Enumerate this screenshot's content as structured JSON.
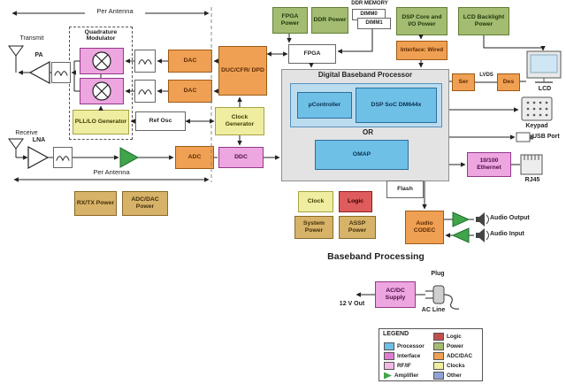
{
  "diagram": {
    "labels": {
      "per_antenna_top": "Per Antenna",
      "per_antenna_bottom": "Per Antenna",
      "transmit": "Transmit",
      "receive": "Receive",
      "pa": "PA",
      "lna": "LNA",
      "quadrature_modulator": "Quadrature Modulator",
      "pll_lo_generator": "PLL/LO Generator",
      "ref_osc": "Ref Osc",
      "clock_generator": "Clock Generator",
      "dac": "DAC",
      "adc": "ADC",
      "duc_cfr_dpd": "DUC/CFR/ DPD",
      "ddc": "DDC",
      "rx_tx_power": "RX/TX Power",
      "adc_dac_power": "ADC/DAC Power",
      "fpga_power": "FPGA Power",
      "ddr_power": "DDR Power",
      "ddr_memory": "DDR MEMORY",
      "dimm0": "DIMM0",
      "dimm1": "DIMM1",
      "dsp_core_io_power": "DSP Core and I/O Power",
      "lcd_backlight_power": "LCD Backlight Power",
      "fpga": "FPGA",
      "interface_wired": "Interface: Wired",
      "digital_baseband_processor": "Digital Baseband Processor",
      "ucontroller": "µController",
      "dsp_soc": "DSP SoC DM644x",
      "or": "OR",
      "omap": "OMAP",
      "ser": "Ser",
      "lvds": "LVDS",
      "des": "Des",
      "lcd": "LCD",
      "keypad": "Keypad",
      "usb_port": "USB Port",
      "ethernet": "10/100 Ethernet",
      "rj45": "RJ45",
      "flash": "Flash",
      "clock": "Clock",
      "logic": "Logic",
      "system_power": "System Power",
      "assp_power": "ASSP Power",
      "audio_codec": "Audio CODEC",
      "audio_output": "Audio Output",
      "audio_input": "Audio Input",
      "baseband_processing": "Baseband Processing",
      "acdc_supply": "AC/DC Supply",
      "plug": "Plug",
      "ac_line": "AC Line",
      "v12_out": "12 V Out"
    },
    "legend": {
      "title": "LEGEND",
      "left": [
        {
          "label": "Processor",
          "color": "#6FC0E7"
        },
        {
          "label": "Interface",
          "color": "#E07CD3"
        },
        {
          "label": "RF/IF",
          "color": "#F2B8E6"
        },
        {
          "label": "Amplifier",
          "color": "#3FA54A"
        }
      ],
      "right": [
        {
          "label": "Logic",
          "color": "#C0504D"
        },
        {
          "label": "Power",
          "color": "#A4BC72"
        },
        {
          "label": "ADC/DAC",
          "color": "#F0A052"
        },
        {
          "label": "Clocks",
          "color": "#EFEDA0"
        },
        {
          "label": "Other",
          "color": "#8FA2D4"
        }
      ]
    }
  }
}
